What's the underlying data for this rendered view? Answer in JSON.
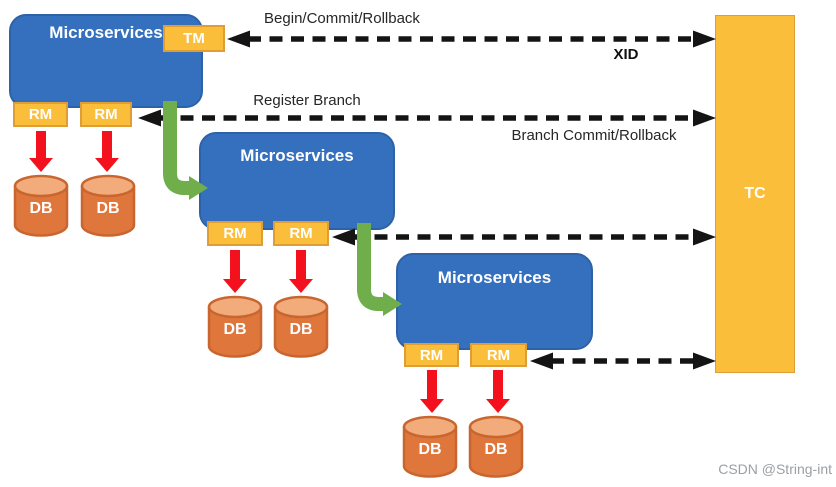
{
  "services": [
    {
      "name": "Microservices",
      "tm": "TM",
      "rms": [
        "RM",
        "RM"
      ],
      "dbs": [
        "DB",
        "DB"
      ]
    },
    {
      "name": "Microservices",
      "rms": [
        "RM",
        "RM"
      ],
      "dbs": [
        "DB",
        "DB"
      ]
    },
    {
      "name": "Microservices",
      "rms": [
        "RM",
        "RM"
      ],
      "dbs": [
        "DB",
        "DB"
      ]
    }
  ],
  "coordinator": {
    "label": "TC"
  },
  "edges": {
    "begin_commit_rollback": "Begin/Commit/Rollback",
    "xid": "XID",
    "register_branch": "Register Branch",
    "branch_commit_rollback": "Branch Commit/Rollback"
  },
  "watermark": "CSDN @String-int",
  "colors": {
    "service_blue": "#3570BE",
    "gold": "#FBBE3A",
    "gold_border": "#DE9E35",
    "db_body": "#DF763C",
    "db_top": "#F2AC7C",
    "db_border": "#C9662F",
    "arrow_black": "#141414",
    "branch_green": "#6FAE4B",
    "db_arrow_red": "#F2111C"
  }
}
